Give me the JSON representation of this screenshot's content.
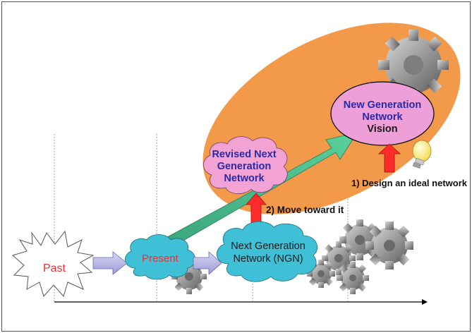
{
  "nodes": {
    "past": "Past",
    "present": "Present",
    "ngn": {
      "line1": "Next Generation",
      "line2": "Network (NGN)"
    },
    "revised": {
      "line1": "Revised Next",
      "line2": "Generation",
      "line3": "Network"
    },
    "new_gen": {
      "line1": "New Generation",
      "line2": "Network",
      "line3": "Vision"
    }
  },
  "annotations": {
    "design": "1)  Design an ideal network",
    "move": "2)  Move toward it"
  },
  "icons": [
    "gear-icon",
    "light-bulb-icon",
    "arrow-icon"
  ],
  "colors": {
    "vision_ellipse": "#f39a4a",
    "cloud_fill": "#3fc0d6",
    "revised_cloud": "#f2a3d3",
    "new_gen_ellipse": "#ef9fd8",
    "red_arrow": "#ff2a2a",
    "green_arrow": "#3aa37c",
    "past_text": "#e8323a",
    "present_text": "#e8323a",
    "blue_text": "#2a2aa8"
  }
}
